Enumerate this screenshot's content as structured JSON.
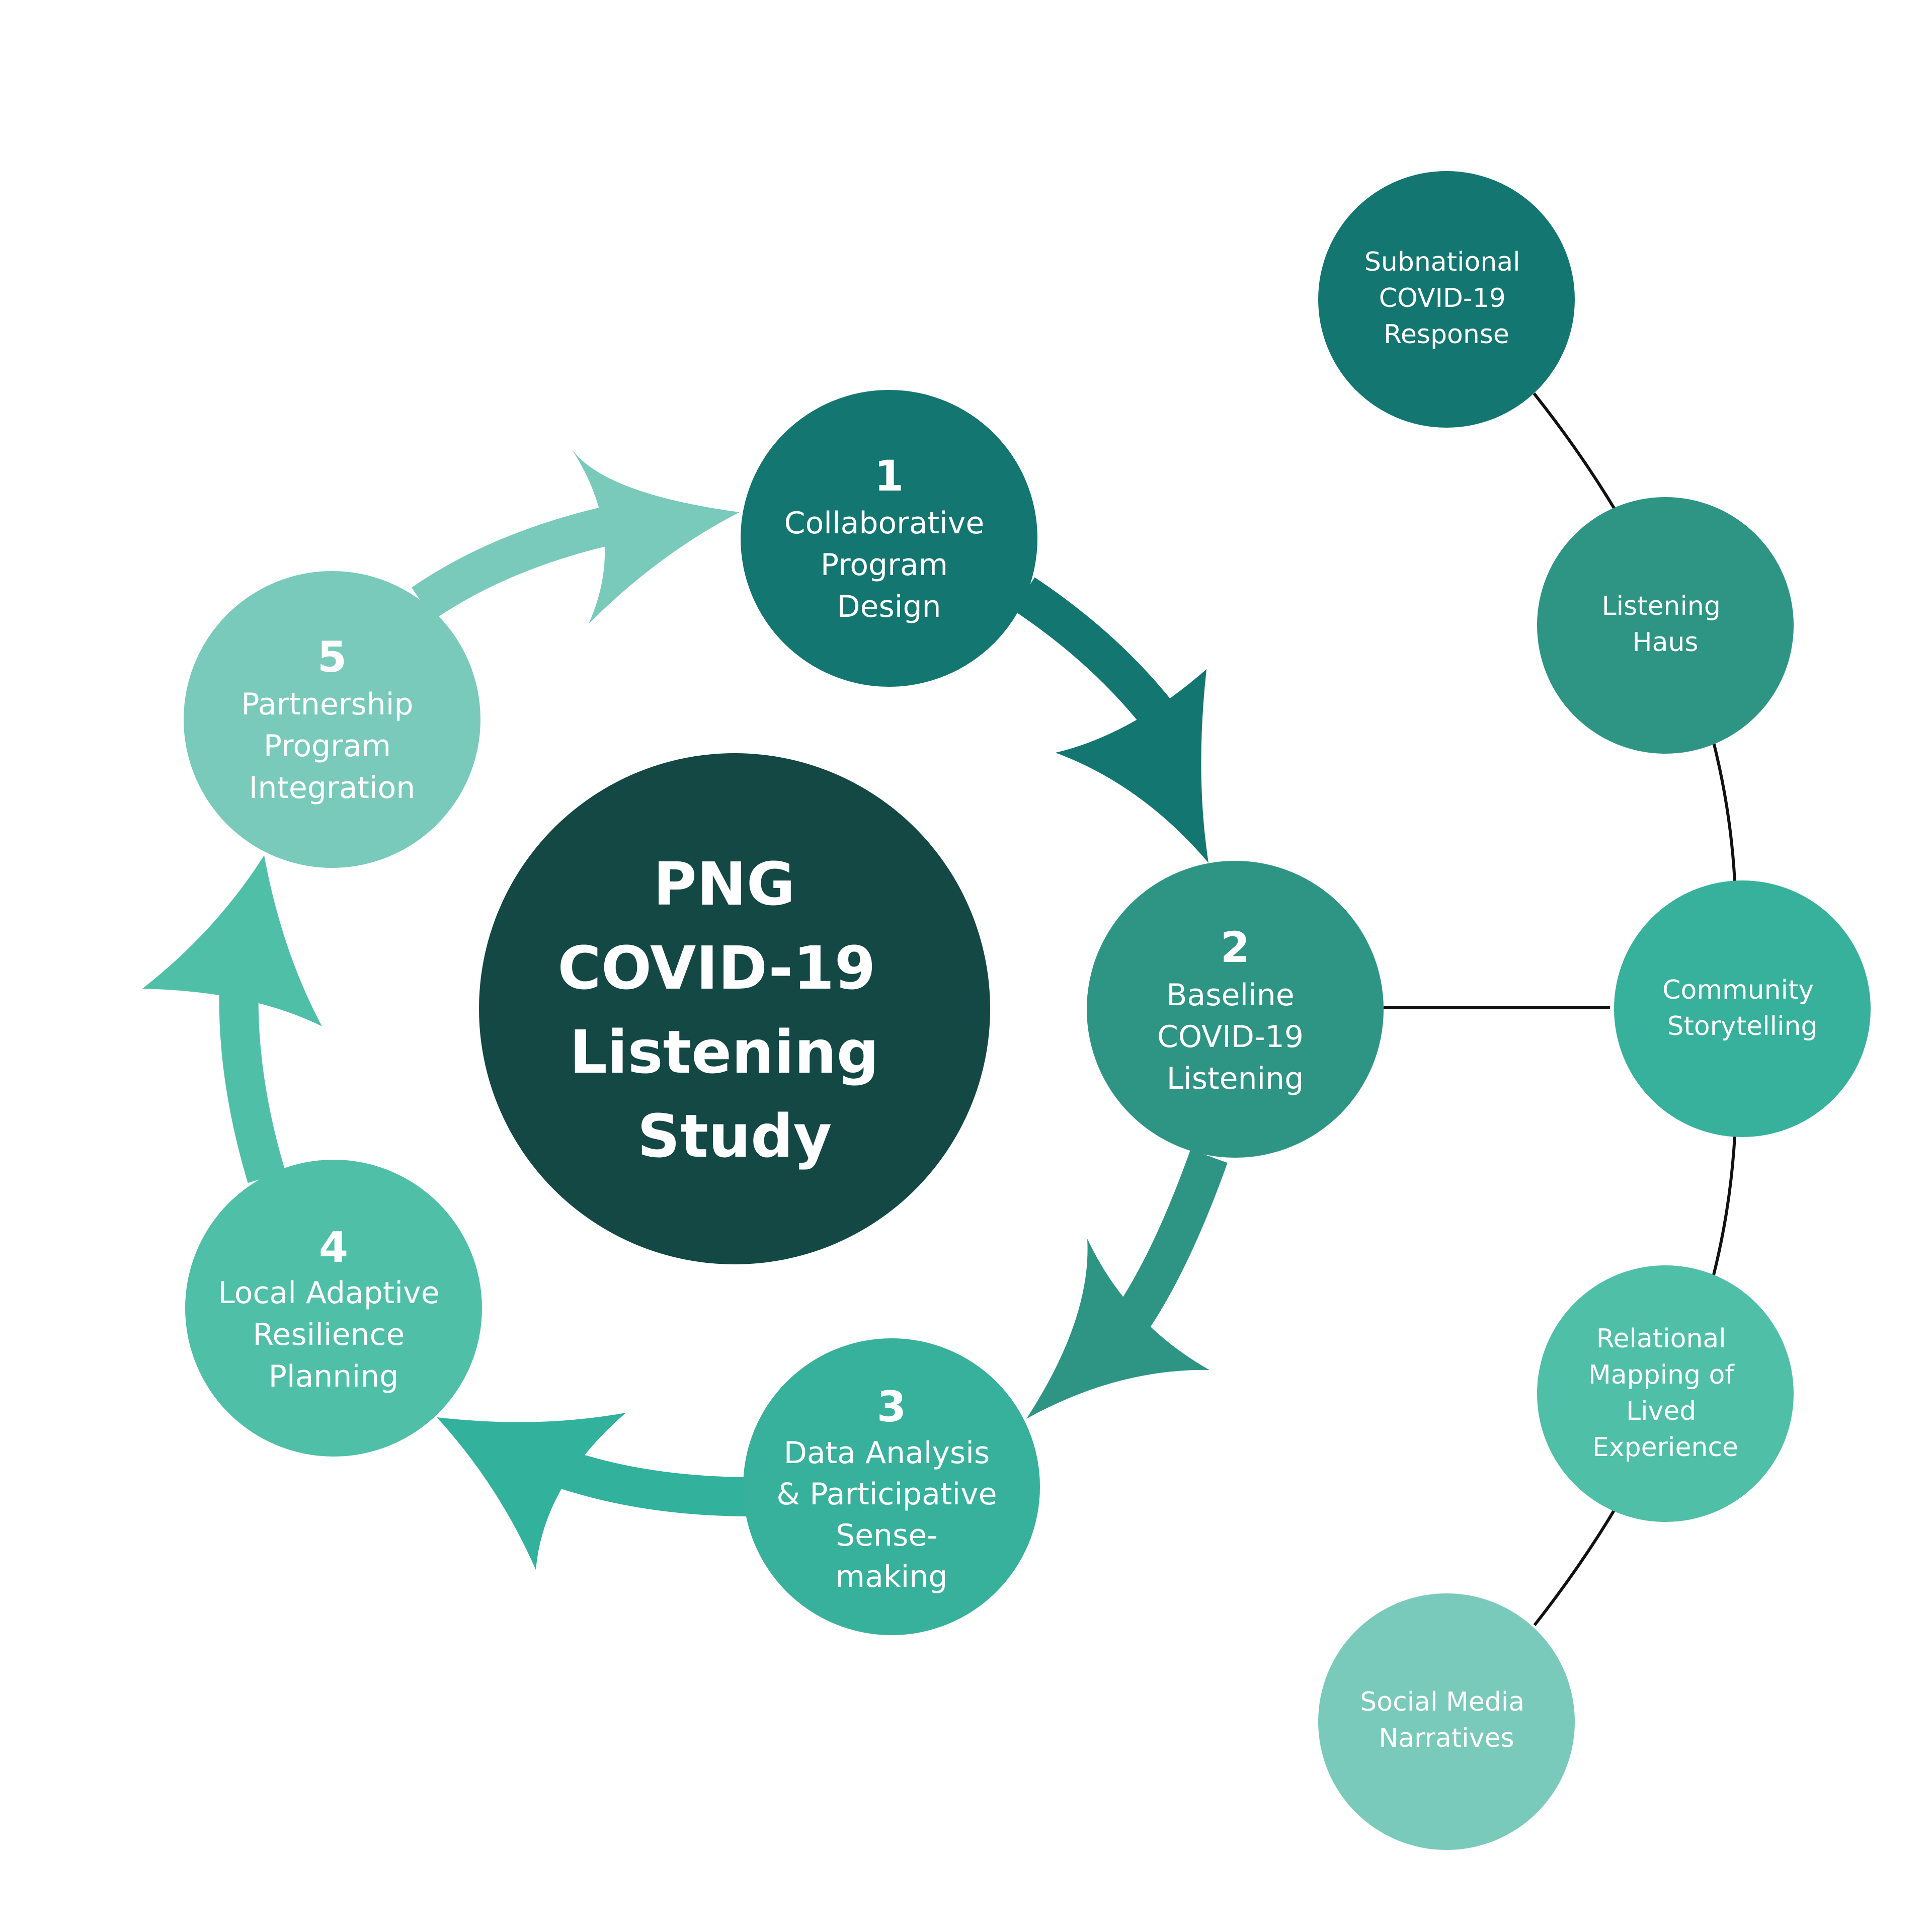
{
  "colors": {
    "center": "#134845",
    "step1": "#137670",
    "step2": "#2e9584",
    "step3": "#37b19b",
    "step4": "#4fbfa8",
    "step5": "#79cabb",
    "arrow1": "#137670",
    "arrow2": "#2e9584",
    "arrow3": "#32b19c",
    "arrow4": "#4fbfa8",
    "arrow5": "#79cabb",
    "connector": "#111111",
    "label": "#ffffff"
  },
  "center": {
    "lines": [
      "PNG",
      "COVID-19",
      "Listening",
      "Study"
    ]
  },
  "steps": [
    {
      "number": "1",
      "lines": [
        "Collaborative",
        "Program",
        "Design"
      ]
    },
    {
      "number": "2",
      "lines": [
        "Baseline",
        "COVID-19",
        "Listening"
      ]
    },
    {
      "number": "3",
      "lines": [
        "Data Analysis",
        "& Participative",
        "Sense-",
        "making"
      ]
    },
    {
      "number": "4",
      "lines": [
        "Local Adaptive",
        "Resilience",
        "Planning"
      ]
    },
    {
      "number": "5",
      "lines": [
        "Partnership",
        "Program",
        "Integration"
      ]
    }
  ],
  "methods": [
    {
      "lines": [
        "Subnational",
        "COVID-19",
        "Response"
      ],
      "color": "#137670"
    },
    {
      "lines": [
        "Listening",
        "Haus"
      ],
      "color": "#2e9584"
    },
    {
      "lines": [
        "Community",
        "Storytelling"
      ],
      "color": "#37b19b"
    },
    {
      "lines": [
        "Relational",
        "Mapping of",
        "Lived",
        "Experience"
      ],
      "color": "#4fbfa8"
    },
    {
      "lines": [
        "Social Media",
        "Narratives"
      ],
      "color": "#79cabb"
    }
  ]
}
